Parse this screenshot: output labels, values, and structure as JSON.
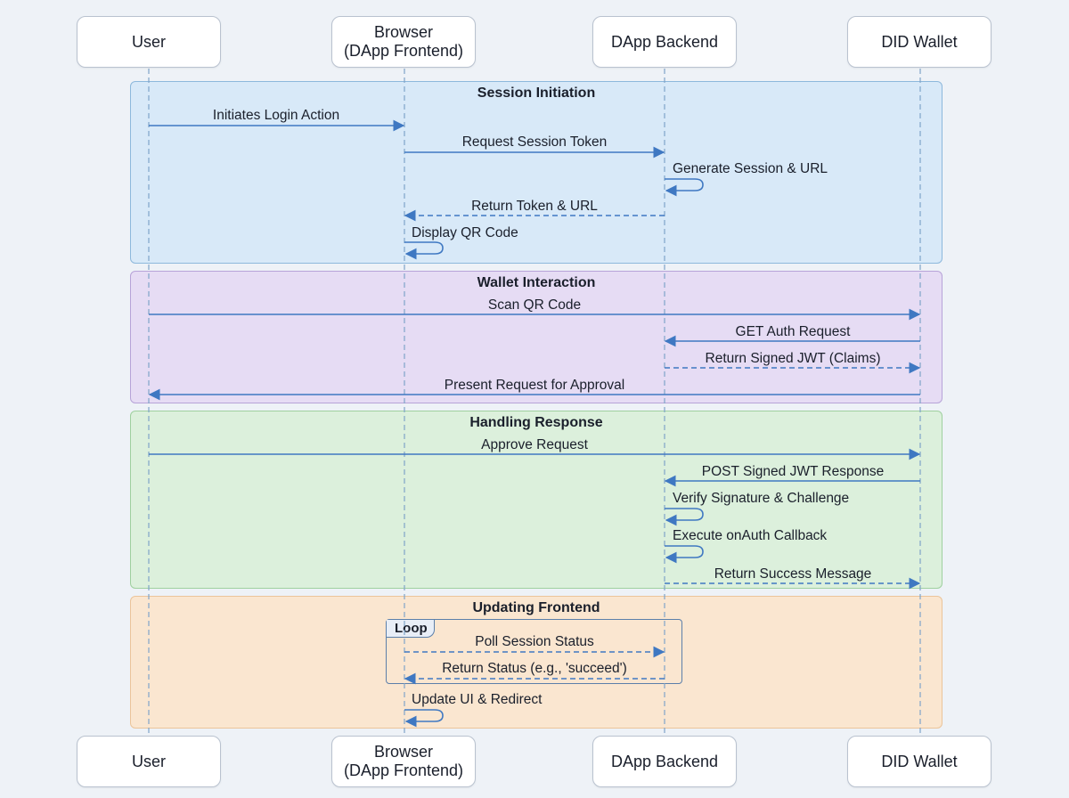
{
  "participants": [
    {
      "line1": "User",
      "line2": ""
    },
    {
      "line1": "Browser",
      "line2": "(DApp Frontend)"
    },
    {
      "line1": "DApp Backend",
      "line2": ""
    },
    {
      "line1": "DID Wallet",
      "line2": ""
    }
  ],
  "sections": [
    {
      "title": "Session Initiation",
      "fill": "#d8e9f8",
      "border": "#8db8dc"
    },
    {
      "title": "Wallet Interaction",
      "fill": "#e6dcf4",
      "border": "#b7a3d8"
    },
    {
      "title": "Handling Response",
      "fill": "#dcf0dc",
      "border": "#9fd09f"
    },
    {
      "title": "Updating Frontend",
      "fill": "#fae6d0",
      "border": "#ebc49a"
    }
  ],
  "loop": {
    "label": "Loop"
  },
  "messages": [
    {
      "label": "Initiates Login Action",
      "from": 0,
      "to": 1,
      "style": "solid"
    },
    {
      "label": "Request Session Token",
      "from": 1,
      "to": 2,
      "style": "solid"
    },
    {
      "label": "Generate Session & URL",
      "from": 2,
      "to": 2,
      "style": "self"
    },
    {
      "label": "Return Token & URL",
      "from": 2,
      "to": 1,
      "style": "dashed"
    },
    {
      "label": "Display QR Code",
      "from": 1,
      "to": 1,
      "style": "self"
    },
    {
      "label": "Scan QR Code",
      "from": 0,
      "to": 3,
      "style": "solid"
    },
    {
      "label": "GET Auth Request",
      "from": 3,
      "to": 2,
      "style": "solid"
    },
    {
      "label": "Return Signed JWT (Claims)",
      "from": 2,
      "to": 3,
      "style": "dashed"
    },
    {
      "label": "Present Request for Approval",
      "from": 3,
      "to": 0,
      "style": "solid"
    },
    {
      "label": "Approve Request",
      "from": 0,
      "to": 3,
      "style": "solid"
    },
    {
      "label": "POST Signed JWT Response",
      "from": 3,
      "to": 2,
      "style": "solid"
    },
    {
      "label": "Verify Signature & Challenge",
      "from": 2,
      "to": 2,
      "style": "self"
    },
    {
      "label": "Execute onAuth Callback",
      "from": 2,
      "to": 2,
      "style": "self"
    },
    {
      "label": "Return Success Message",
      "from": 2,
      "to": 3,
      "style": "dashed"
    },
    {
      "label": "Poll Session Status",
      "from": 1,
      "to": 2,
      "style": "dashed"
    },
    {
      "label": "Return Status (e.g., 'succeed')",
      "from": 2,
      "to": 1,
      "style": "dashed"
    },
    {
      "label": "Update UI & Redirect",
      "from": 1,
      "to": 1,
      "style": "self"
    }
  ],
  "colors": {
    "arrow": "#3f78c2",
    "lifeline": "#7fa4c9"
  }
}
